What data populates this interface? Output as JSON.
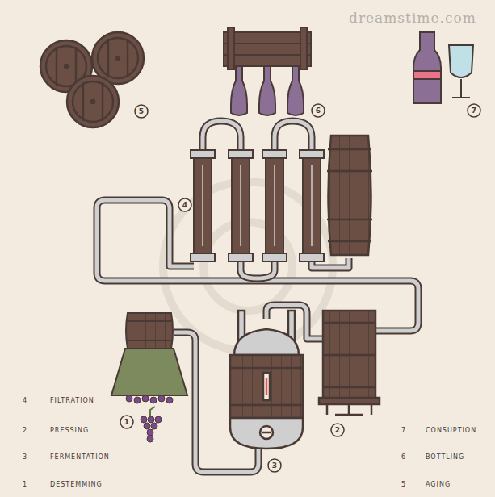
{
  "diagram": {
    "labels": [
      "dreamstime.com",
      "5",
      "6",
      "7",
      "4",
      "1",
      "2",
      "3",
      "4",
      "FILTRATION",
      "2",
      "PRESSING",
      "7",
      "CONSUPTION",
      "3",
      "FERMENTATION",
      "6",
      "BOTTLING",
      "1",
      "DESTEMMING",
      "5",
      "AGING"
    ]
  }
}
